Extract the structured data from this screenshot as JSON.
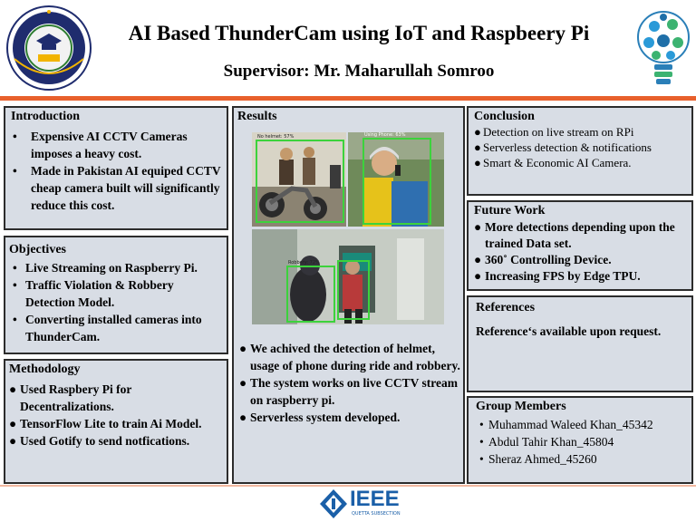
{
  "header": {
    "title": "AI Based ThunderCam using IoT and Raspbeery Pi",
    "supervisor": "Supervisor: Mr. Maharullah Somroo"
  },
  "introduction": {
    "title": "Introduction",
    "items": [
      "Expensive AI CCTV Cameras imposes a heavy cost.",
      "Made in Pakistan AI equiped CCTV cheap camera built will significantly reduce this cost."
    ]
  },
  "objectives": {
    "title": "Objectives",
    "items": [
      "Live Streaming on Raspberry Pi.",
      "Traffic Violation & Robbery Detection Model.",
      "Converting installed cameras into ThunderCam."
    ]
  },
  "methodology": {
    "title": "Methodology",
    "items": [
      "Used Raspbery Pi for Decentralizations.",
      "TensorFlow Lite to train Ai Model.",
      "Used Gotify to send notfications."
    ]
  },
  "results": {
    "title": "Results",
    "image_labels": [
      "No helmet: 57%",
      "Using Phone: 63%",
      "Robbery: 72%"
    ],
    "items": [
      "We achived the detection of helmet, usage of phone during ride and robbery.",
      "The system works on live CCTV stream on raspberry pi.",
      "Serverless system developed."
    ]
  },
  "conclusion": {
    "title": "Conclusion",
    "items": [
      "Detection on live stream on RPi",
      "Serverless detection & notifications",
      "Smart & Economic AI Camera."
    ]
  },
  "future_work": {
    "title": "Future Work",
    "items": [
      "More detections depending upon the trained Data set.",
      "360˚ Controlling Device.",
      "Increasing FPS by Edge TPU."
    ]
  },
  "references": {
    "title": "References",
    "text": "Reference‘s available upon request."
  },
  "group": {
    "title": "Group Members",
    "members": [
      "Muhammad Waleed Khan_45342",
      "Abdul Tahir Khan_45804",
      "Sheraz Ahmed_45260"
    ]
  },
  "footer": {
    "ieee": "IEEE",
    "ieee_sub": "QUETTA SUBSECTION"
  },
  "colors": {
    "accent_rule": "#e8602c",
    "panel_bg": "#d8dde5",
    "ieee_blue": "#1a5fa8"
  },
  "icons": [
    "university-logo",
    "lightbulb-tech-icon",
    "ieee-logo"
  ]
}
